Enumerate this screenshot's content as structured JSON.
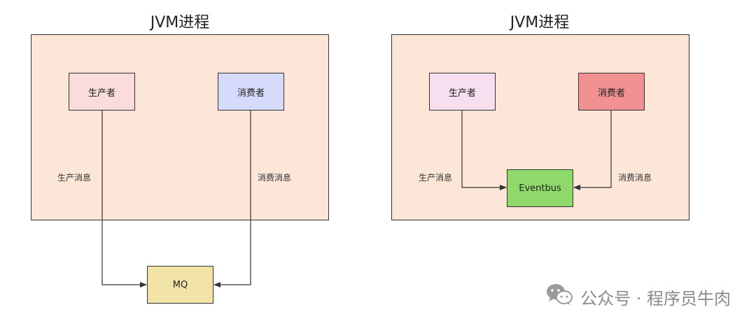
{
  "left": {
    "title": "JVM进程",
    "producer": "生产者",
    "consumer": "消费者",
    "produce_label": "生产消息",
    "consume_label": "消费消息",
    "broker": "MQ"
  },
  "right": {
    "title": "JVM进程",
    "producer": "生产者",
    "consumer": "消费者",
    "produce_label": "生产消息",
    "consume_label": "消费消息",
    "broker": "Eventbus"
  },
  "footer": {
    "text": "公众号 · 程序员牛肉",
    "icon": "wechat-icon"
  },
  "colors": {
    "panel_bg": "#fbe6d7",
    "left_producer": "#fadcdc",
    "left_consumer": "#d6dbfb",
    "mq": "#f2e3a6",
    "right_producer": "#f8dff0",
    "right_consumer": "#f09090",
    "eventbus": "#8fd96a"
  }
}
